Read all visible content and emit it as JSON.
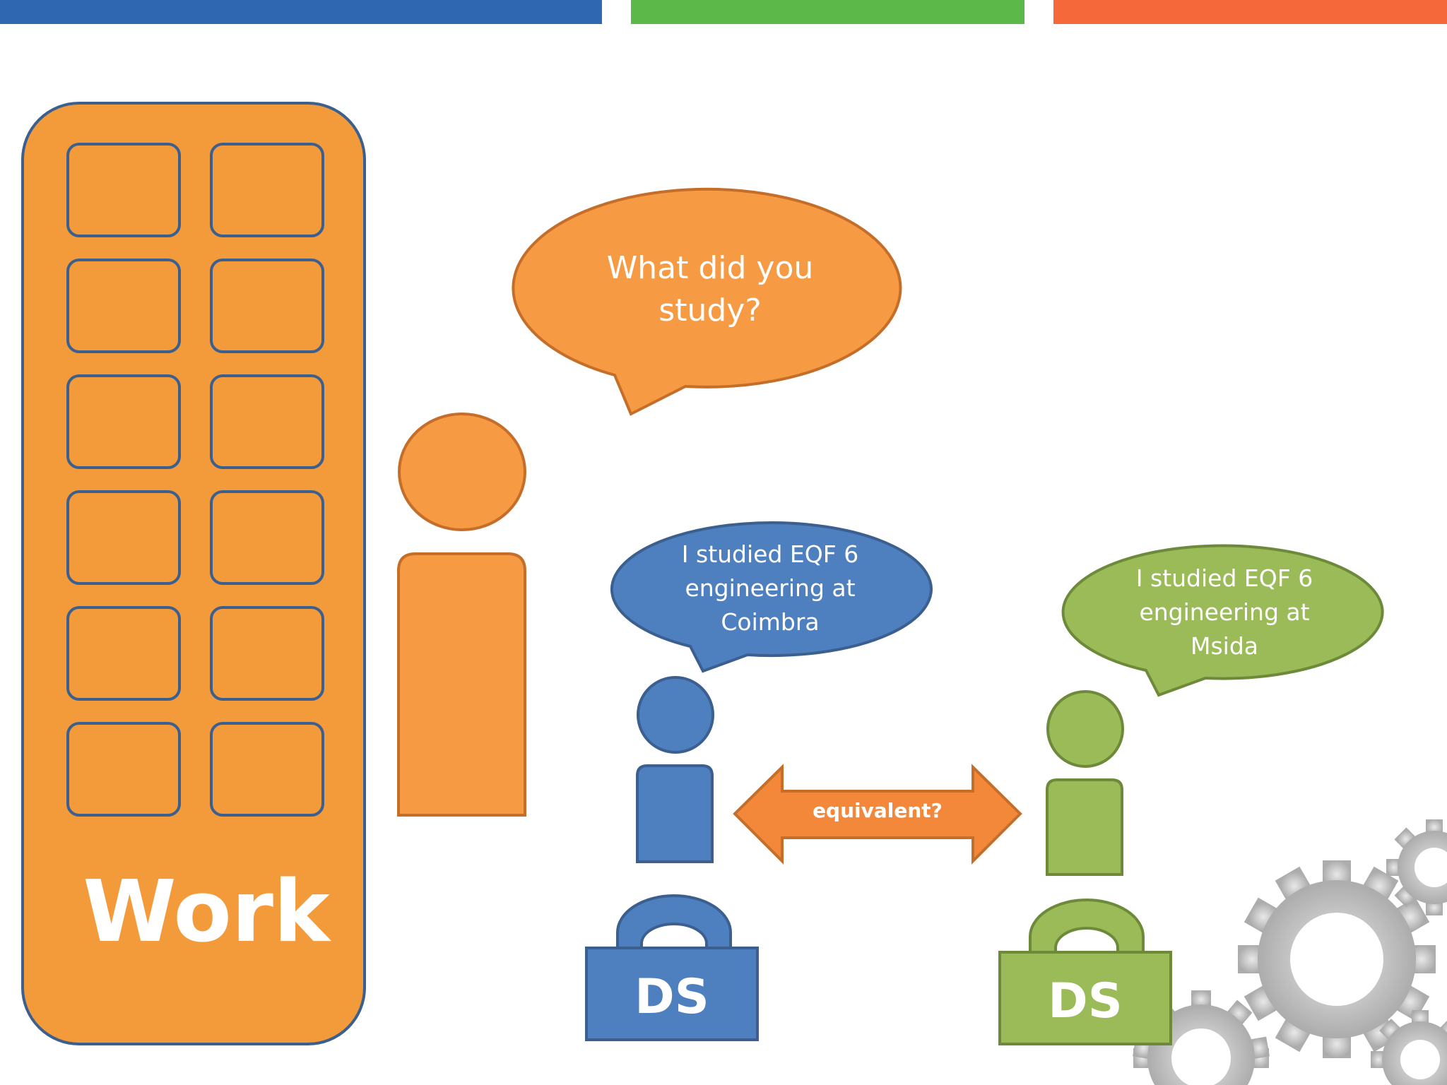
{
  "colors": {
    "blue": "#4e7fbe",
    "blue_border": "#3b5f8f",
    "green": "#9bbb59",
    "green_border": "#6d8a3a",
    "orange": "#f79a44",
    "orange_border": "#c46e2a",
    "work_orange": "#f39a3a",
    "work_border": "#3b5f8f",
    "bar_blue": "#2f67b1",
    "bar_green": "#5db84a",
    "bar_orange": "#f4683a",
    "gear_gray": "#b9b9b9"
  },
  "work_panel": {
    "label": "Work",
    "slot_count": 12
  },
  "bubbles": {
    "employer_question": "What  did you study?",
    "blue_answer": "I studied  EQF 6 engineering at Coimbra",
    "green_answer": "I studied  EQF 6 engineering at Msida"
  },
  "arrow": {
    "label": "equivalent?"
  },
  "badges": {
    "blue": "DS",
    "green": "DS"
  }
}
